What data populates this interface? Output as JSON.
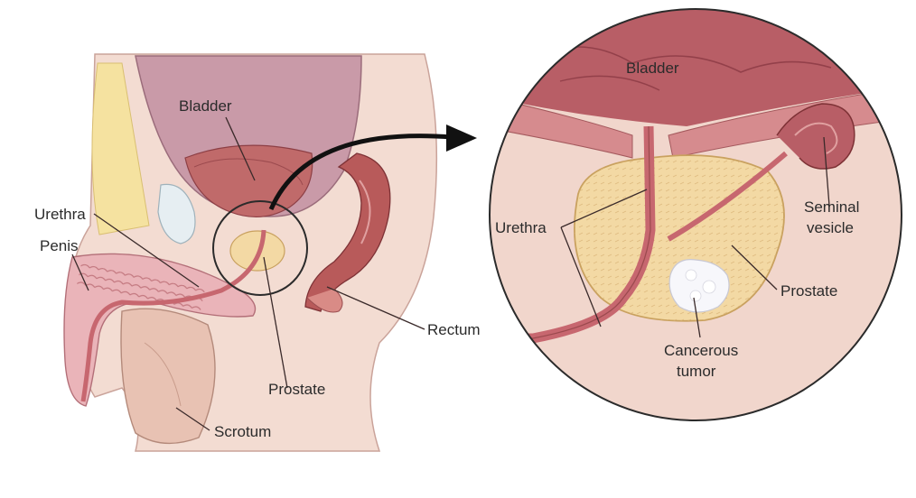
{
  "left_view": {
    "labels": {
      "bladder": "Bladder",
      "urethra": "Urethra",
      "penis": "Penis",
      "prostate": "Prostate",
      "rectum": "Rectum",
      "scrotum": "Scrotum"
    }
  },
  "inset_view": {
    "labels": {
      "bladder": "Bladder",
      "urethra": "Urethra",
      "seminal_vesicle_line1": "Seminal",
      "seminal_vesicle_line2": "vesicle",
      "prostate": "Prostate",
      "tumor_line1": "Cancerous",
      "tumor_line2": "tumor"
    }
  },
  "colors": {
    "skin": "#f1d6cc",
    "bladder_wall": "#c99aa8",
    "bladder_inner": "#c06a6a",
    "prostate": "#f3d9a4",
    "urethra": "#c7676f",
    "rectum": "#b85a5a",
    "tumor": "#f7f7fb",
    "fat": "#f5e2a0"
  }
}
